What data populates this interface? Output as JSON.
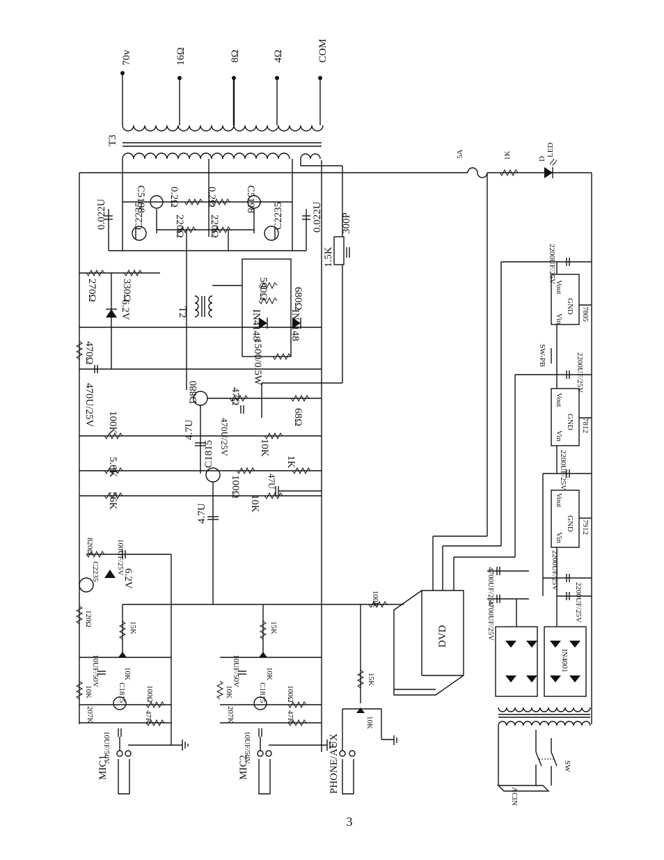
{
  "outputs": [
    "70v",
    "16Ω",
    "8Ω",
    "4Ω",
    "COM"
  ],
  "transformers": {
    "t3": "T3",
    "t2": "T2"
  },
  "transistors": {
    "q_out_l": "C2235",
    "q_out_r": "C2235",
    "q_drv_l": "C5198",
    "q_drv_r": "C5198",
    "q_d880": "D880",
    "q_c1815": "C1815",
    "q_reg": "C2235",
    "q_mic1": "C1815",
    "q_mic2": "C1815"
  },
  "resistors": {
    "r_02a": "0.2Ω",
    "r_02b": "0.2Ω",
    "r_220a": "220Ω",
    "r_220b": "220Ω",
    "r_270": "270Ω",
    "r_330": "330Ω",
    "r_500": "500Ω",
    "r_680": "680Ω",
    "r_1500": "1500/0.5W",
    "r_470": "470Ω",
    "r_47": "47Ω",
    "r_68": "68Ω",
    "r_100k": "100K",
    "r_10k_a": "10K",
    "r_56k_a": "5.6K",
    "r_100": "100Ω",
    "r_1k": "1K",
    "r_56k_b": "56K",
    "r_10k_b": "10K",
    "r_15k_net": "1.5K",
    "r_820": "820Ω",
    "r_120": "120Ω",
    "r_15k_1": "15K",
    "r_15k_2": "15K",
    "r_15k_3": "15K",
    "r_100k_aux": "100K",
    "r_1k_led": "1K",
    "r_207k_1": "207K",
    "r_207k_2": "207K",
    "r_47k_1": "47K",
    "r_47k_2": "47K",
    "r_100_1": "100Ω",
    "r_100_2": "100Ω",
    "r_10k_m1": "10K",
    "r_10k_m2": "10K"
  },
  "capacitors": {
    "c_0022_l": "0.022U",
    "c_0022_r": "0.022U",
    "c_300p": "300P",
    "c_470u": "470U/25V",
    "c_470u_b": "470U/25V",
    "c_47u_a": "4.7U",
    "c_47u_b": "4.7U",
    "c_47u_c": "47U",
    "c_100u": "100UF/25V",
    "c_2200_1": "2200UF/25V",
    "c_2200_2": "2200UF/25V",
    "c_2200_3": "2200UF/25V",
    "c_2200_4": "2200UF/25V",
    "c_2200_5": "2200UF/25V",
    "c_4700_1": "4700UF/25V",
    "c_4700_2": "4700UF/25V",
    "c_m1a": "10UF/50V",
    "c_m1b": "10UF/50V",
    "c_m2a": "10UF/50V",
    "c_m2b": "10UF/50V"
  },
  "potentiometers": {
    "p_m1": "10K",
    "p_m2": "10K",
    "p_aux": "10K"
  },
  "diodes": {
    "z_62_a": "6.2V",
    "z_62_b": "6.2V",
    "d_1n4148_a": "IN4148",
    "d_1n4148_b": "IN4148",
    "d_bridge": "IN4001",
    "led": "D",
    "led_sub": "LED"
  },
  "regulators": {
    "r7805": "7805",
    "r7812": "7812",
    "r7912": "7912",
    "vin": "Vin",
    "gnd": "GND",
    "vout": "Vout"
  },
  "misc": {
    "fuse": "5A",
    "switch_pb": "SW-PB",
    "switch": "SW",
    "ac_in": "ACIN",
    "dvd": "DVD"
  },
  "inputs": {
    "mic1": "MIC1",
    "mic2": "MIC2",
    "phone": "PHONE/AUX"
  },
  "page_number": "3"
}
